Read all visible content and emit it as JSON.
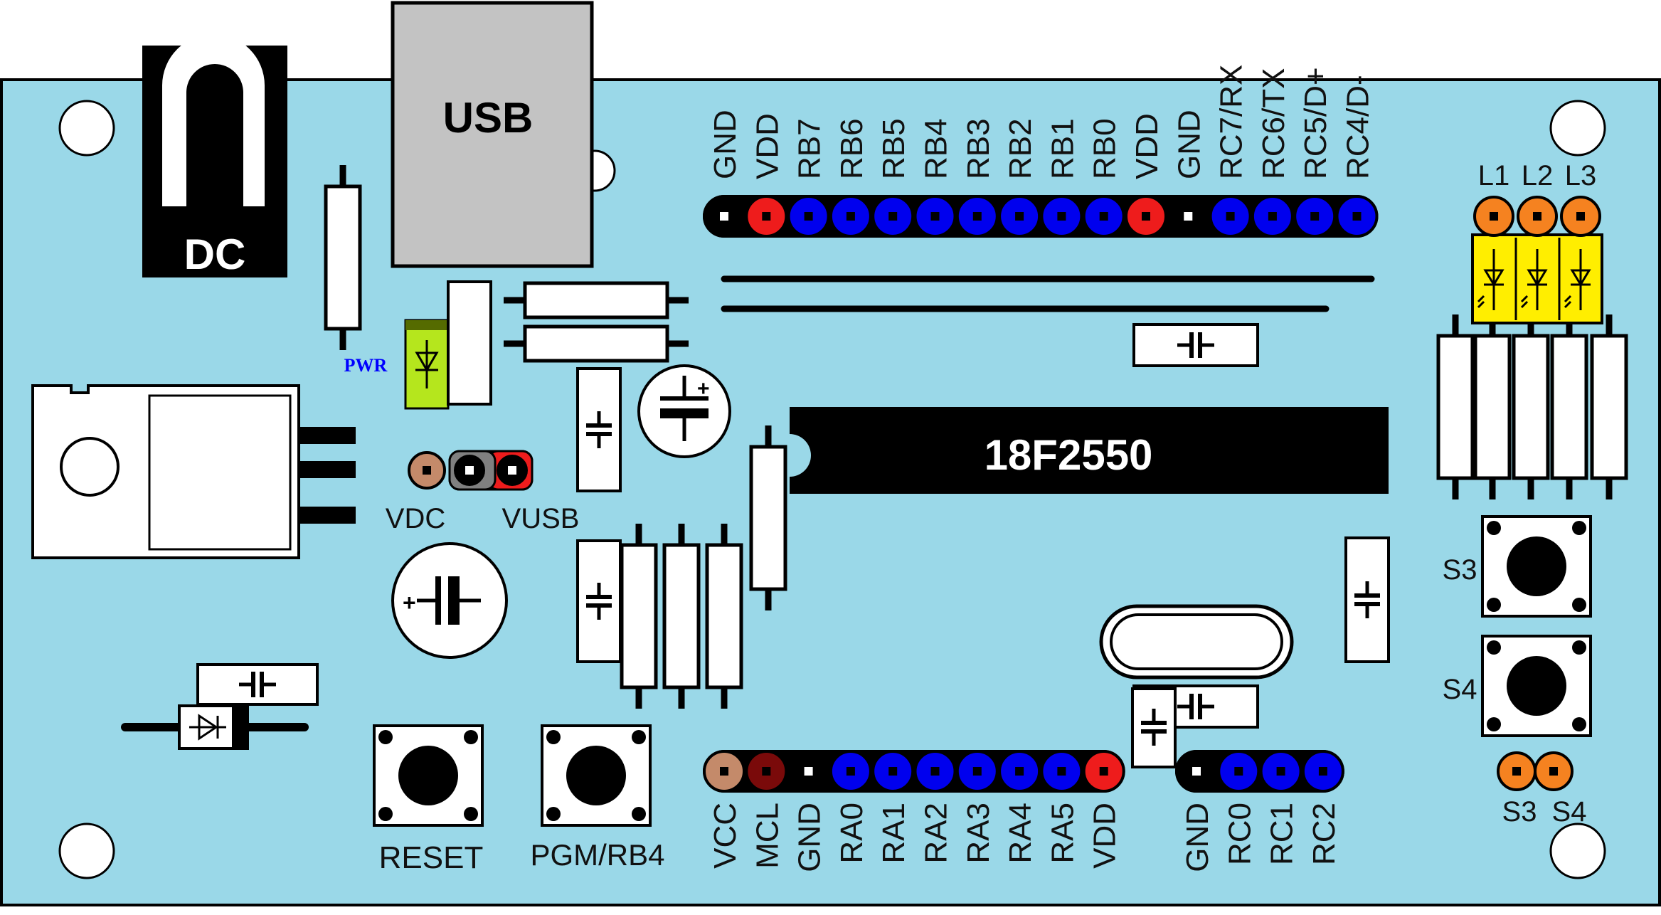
{
  "board": {
    "colors": {
      "pcb": "#9ad8e8",
      "black": "#000000",
      "red": "#ee1c1c",
      "blue": "#0000ee",
      "brown": "#c48a6a",
      "dark_red": "#7a0a0a",
      "orange": "#f58220",
      "yellow": "#ffee00",
      "led_green": "#b5e61d",
      "usb_gray": "#c3c3c3",
      "pwr_blue": "#0000ff"
    },
    "labels": {
      "dc": "DC",
      "usb": "USB",
      "chip": "18F2550",
      "pwr": "PWR",
      "vdc": "VDC",
      "vusb": "VUSB",
      "reset": "RESET",
      "pgm": "PGM/RB4",
      "s3_button": "S3",
      "s4_button": "S4",
      "s3_pin": "S3",
      "s4_pin": "S4"
    },
    "top_header": {
      "pins": [
        {
          "label": "GND",
          "color": "black"
        },
        {
          "label": "VDD",
          "color": "red"
        },
        {
          "label": "RB7",
          "color": "blue"
        },
        {
          "label": "RB6",
          "color": "blue"
        },
        {
          "label": "RB5",
          "color": "blue"
        },
        {
          "label": "RB4",
          "color": "blue"
        },
        {
          "label": "RB3",
          "color": "blue"
        },
        {
          "label": "RB2",
          "color": "blue"
        },
        {
          "label": "RB1",
          "color": "blue"
        },
        {
          "label": "RB0",
          "color": "blue"
        },
        {
          "label": "VDD",
          "color": "red"
        },
        {
          "label": "GND",
          "color": "black"
        },
        {
          "label": "RC7/RX",
          "color": "blue"
        },
        {
          "label": "RC6/TX",
          "color": "blue"
        },
        {
          "label": "RC5/D+",
          "color": "blue"
        },
        {
          "label": "RC4/D-",
          "color": "blue"
        }
      ]
    },
    "bottom_header_left": {
      "pins": [
        {
          "label": "VCC",
          "color": "brown"
        },
        {
          "label": "MCL",
          "color": "dark_red"
        },
        {
          "label": "GND",
          "color": "black"
        },
        {
          "label": "RA0",
          "color": "blue"
        },
        {
          "label": "RA1",
          "color": "blue"
        },
        {
          "label": "RA2",
          "color": "blue"
        },
        {
          "label": "RA3",
          "color": "blue"
        },
        {
          "label": "RA4",
          "color": "blue"
        },
        {
          "label": "RA5",
          "color": "blue"
        },
        {
          "label": "VDD",
          "color": "red"
        }
      ]
    },
    "bottom_header_right": {
      "pins": [
        {
          "label": "GND",
          "color": "black"
        },
        {
          "label": "RC0",
          "color": "blue"
        },
        {
          "label": "RC1",
          "color": "blue"
        },
        {
          "label": "RC2",
          "color": "blue"
        }
      ]
    },
    "led_header": {
      "pins": [
        {
          "label": "L1",
          "color": "orange"
        },
        {
          "label": "L2",
          "color": "orange"
        },
        {
          "label": "L3",
          "color": "orange"
        }
      ]
    }
  }
}
